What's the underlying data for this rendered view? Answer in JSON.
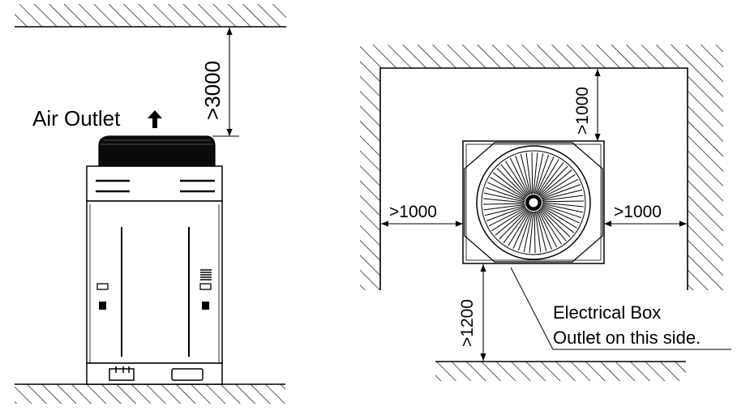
{
  "side_view": {
    "air_outlet_label": "Air Outlet",
    "top_clearance": ">3000"
  },
  "top_view": {
    "top_clearance": ">1000",
    "left_clearance": ">1000",
    "right_clearance": ">1000",
    "bottom_clearance": ">1200",
    "note_line1": "Electrical Box",
    "note_line2": "Outlet on this side."
  },
  "colors": {
    "line": "#000000",
    "background": "#ffffff"
  },
  "icons": {
    "air_direction": "up-arrow-icon"
  }
}
